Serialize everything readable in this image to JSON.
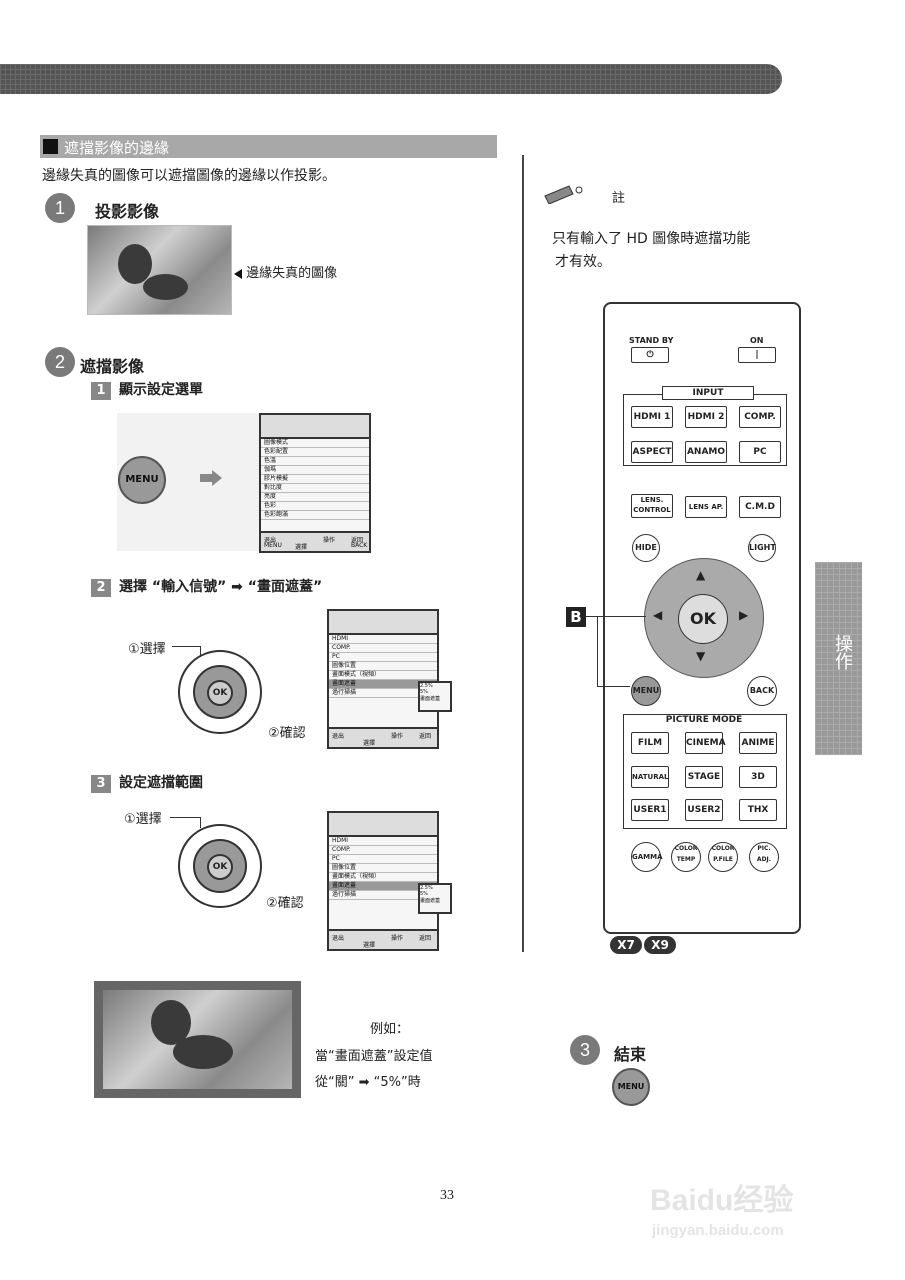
{
  "section": {
    "title": "遮擋影像的邊緣",
    "intro": "邊緣失真的圖像可以遮擋圖像的邊緣以作投影。"
  },
  "step1": {
    "number": "1",
    "title": "投影影像",
    "caption": "邊緣失真的圖像"
  },
  "step2": {
    "number": "2",
    "title": "遮擋影像",
    "sub1": {
      "number": "1",
      "title": "顯示設定選單"
    },
    "sub2": {
      "number": "2",
      "title": "選擇 “輸入信號” ➡ “畫面遮蓋”",
      "select_label": "①選擇",
      "confirm_label": "②確認"
    },
    "sub3": {
      "number": "3",
      "title": "設定遮擋範圍",
      "select_label": "①選擇",
      "confirm_label": "②確認"
    }
  },
  "menu_button_label": "MENU",
  "ok_label": "OK",
  "osd1": {
    "rows": [
      "圖像模式",
      "色彩配置",
      "色溫",
      "伽瑪",
      "膠片模擬",
      "對比度",
      "亮度",
      "色彩",
      "色彩飽滿"
    ],
    "footer": [
      "退出",
      "選擇",
      "操作",
      "返回"
    ],
    "footer_keys": [
      "MENU",
      "BACK"
    ]
  },
  "osd2": {
    "rows": [
      "HDMI",
      "COMP.",
      "PC",
      "圖像位置",
      "畫面模式（視頻）",
      "畫面遮蓋",
      "過行掃描"
    ],
    "popup": [
      "2.5%",
      "5%",
      "畫面遮蓋"
    ],
    "footer": [
      "退出",
      "選擇",
      "操作",
      "返回"
    ]
  },
  "example": {
    "label": "例如：",
    "line1": "當“畫面遮蓋”設定值",
    "line2": "從“關” ➡ “5%”時"
  },
  "note": {
    "label": "註",
    "text1": "只有輸入了 HD 圖像時遮擋功能",
    "text2": "才有效。"
  },
  "remote": {
    "standby": "STAND BY",
    "on": "ON",
    "input_title": "INPUT",
    "input_buttons": [
      "HDMI 1",
      "HDMI 2",
      "COMP.",
      "ASPECT",
      "ANAMO",
      "PC"
    ],
    "row3": [
      "LENS. CONTROL",
      "LENS AP.",
      "C.M.D"
    ],
    "hide": "HIDE",
    "light": "LIGHT",
    "ok": "OK",
    "menu": "MENU",
    "back": "BACK",
    "picture_mode_title": "PICTURE MODE",
    "picture_buttons": [
      "FILM",
      "CINEMA",
      "ANIME",
      "NATURAL",
      "STAGE",
      "3D",
      "USER1",
      "USER2",
      "THX"
    ],
    "bottom_round": [
      "GAMMA",
      "COLOR TEMP",
      "COLOR P.FILE",
      "PIC. ADJ."
    ],
    "callout": "B",
    "models": [
      "X7",
      "X9"
    ]
  },
  "step3": {
    "number": "3",
    "title": "結束"
  },
  "side_tab": "操作",
  "page_number": "33",
  "watermark": {
    "brand": "Baidu经验",
    "url": "jingyan.baidu.com"
  }
}
